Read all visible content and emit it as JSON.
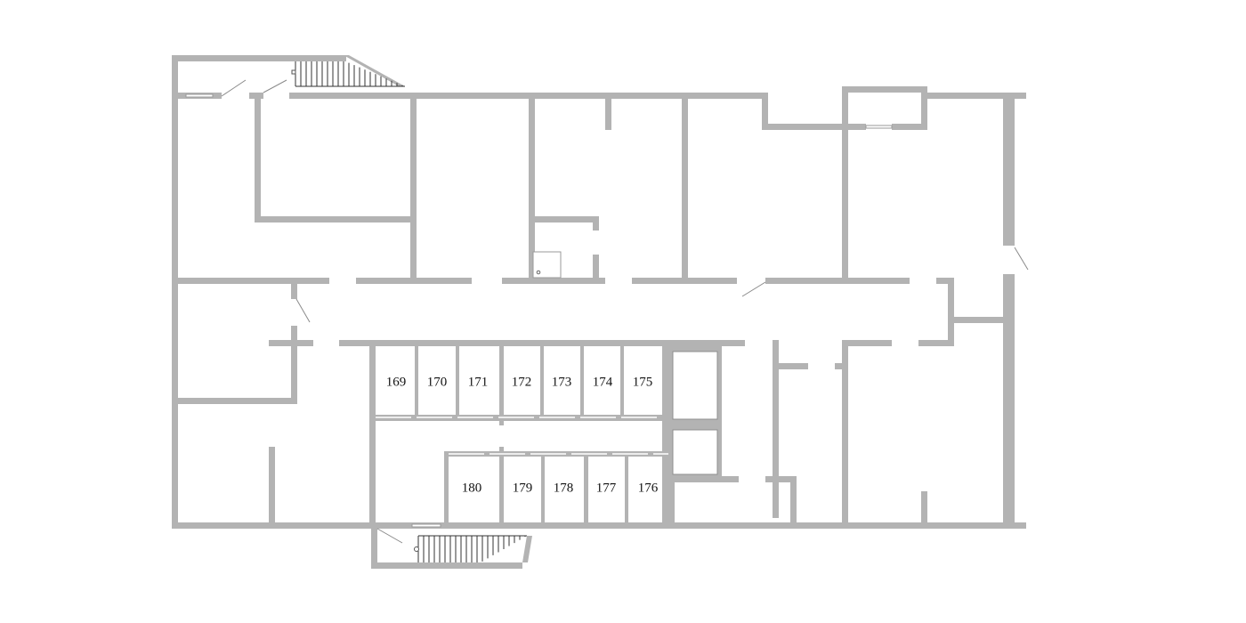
{
  "map": {
    "rooms": [
      {
        "id": "169",
        "label": "169"
      },
      {
        "id": "170",
        "label": "170"
      },
      {
        "id": "171",
        "label": "171"
      },
      {
        "id": "172",
        "label": "172"
      },
      {
        "id": "173",
        "label": "173"
      },
      {
        "id": "174",
        "label": "174"
      },
      {
        "id": "175",
        "label": "175"
      },
      {
        "id": "180",
        "label": "180"
      },
      {
        "id": "179",
        "label": "179"
      },
      {
        "id": "178",
        "label": "178"
      },
      {
        "id": "177",
        "label": "177"
      },
      {
        "id": "176",
        "label": "176"
      }
    ],
    "colors": {
      "wall": "#b3b3b3",
      "background": "#ffffff",
      "label": "#111111"
    },
    "icons": [
      "staircase-icon",
      "door-swing-icon",
      "window-icon",
      "sink-icon"
    ]
  }
}
